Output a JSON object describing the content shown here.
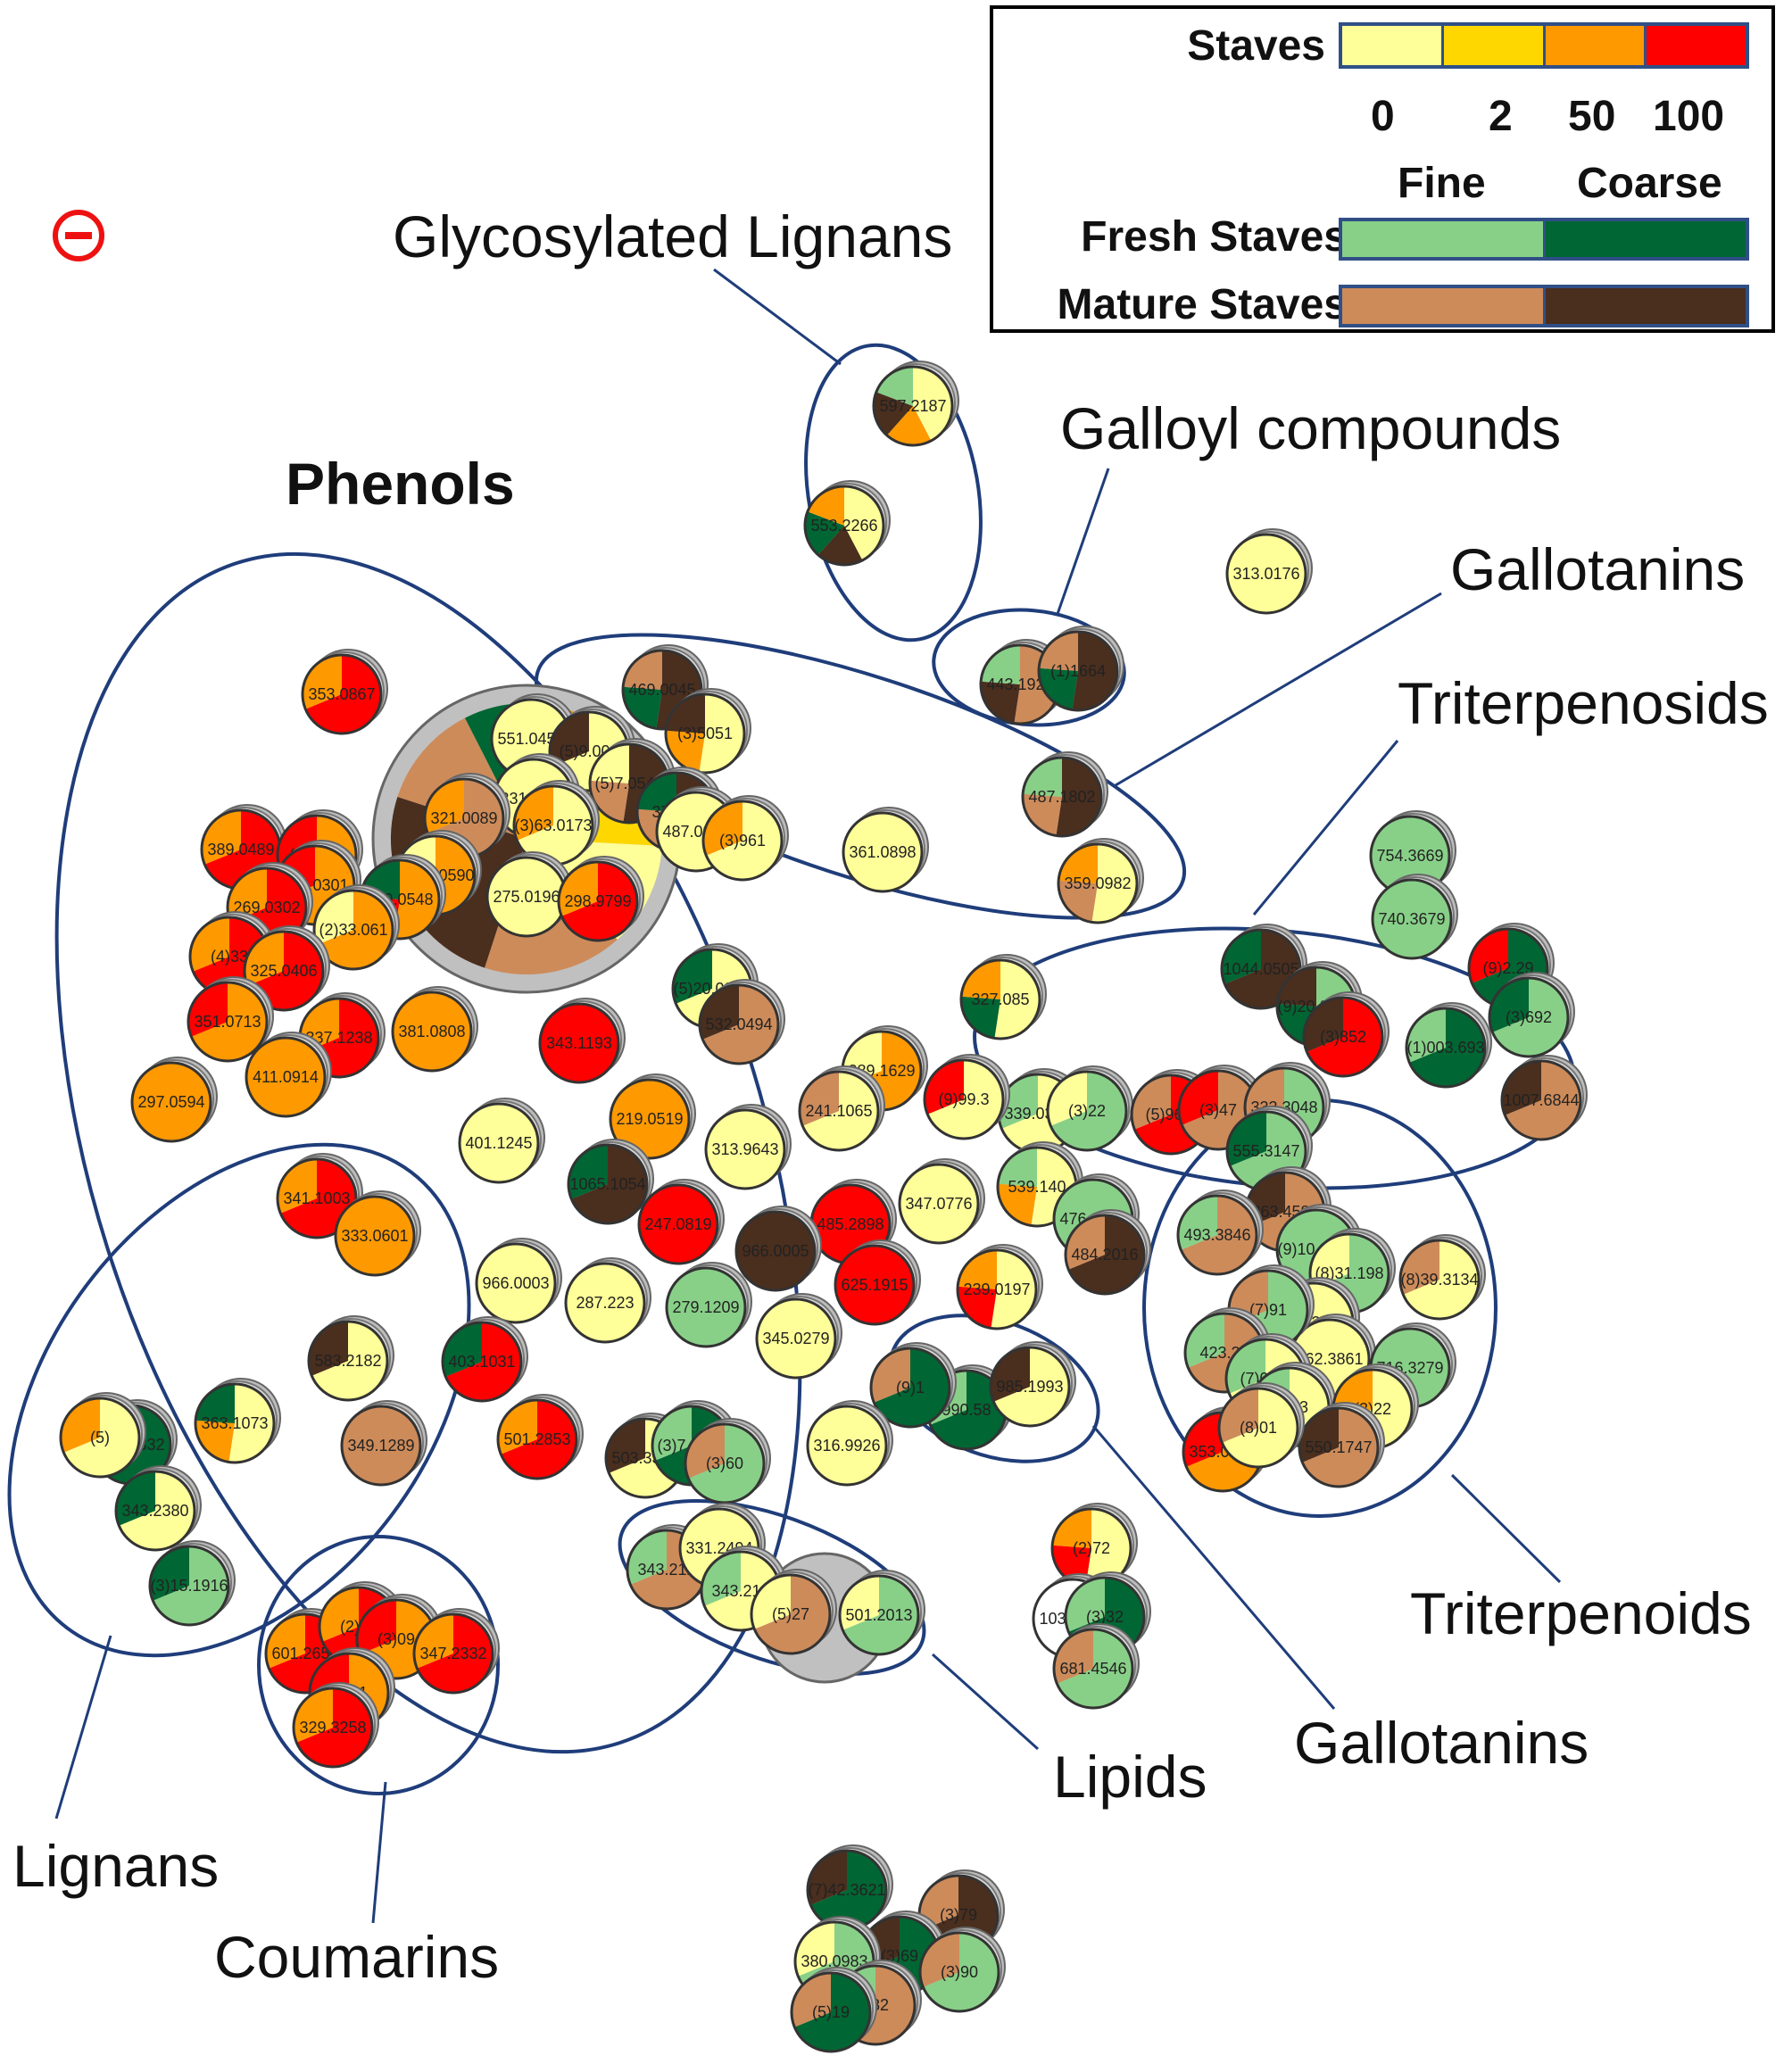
{
  "legend": {
    "staves_title": "Staves",
    "staves_colors": [
      "#ffff99",
      "#ffd700",
      "#ff9900",
      "#ff0000"
    ],
    "staves_ticks": [
      "0",
      "2",
      "50",
      "100"
    ],
    "grain_labels": [
      "Fine",
      "Coarse"
    ],
    "fresh_title": "Fresh Staves",
    "fresh_colors": [
      "#88d088",
      "#006633"
    ],
    "mature_title": "Mature Staves",
    "mature_colors": [
      "#cd8b5a",
      "#4a2e1e"
    ]
  },
  "minus_icon_color": "#ee1111",
  "categories": [
    {
      "key": "glycosylated_lignans",
      "label": "Glycosylated Lignans"
    },
    {
      "key": "galloyl_compounds",
      "label": "Galloyl compounds"
    },
    {
      "key": "phenols",
      "label": "Phenols"
    },
    {
      "key": "gallotanins_top",
      "label": "Gallotanins"
    },
    {
      "key": "triterpenosids",
      "label": "Triterpenosids"
    },
    {
      "key": "triterpenoids",
      "label": "Triterpenoids"
    },
    {
      "key": "gallotanins_bottom",
      "label": "Gallotanins"
    },
    {
      "key": "lipids",
      "label": "Lipids"
    },
    {
      "key": "lignans",
      "label": "Lignans"
    },
    {
      "key": "coumarins",
      "label": "Coumarins"
    }
  ],
  "nodes": [
    {
      "label": "597.2187",
      "colors": [
        "y",
        "o",
        "b",
        "l"
      ]
    },
    {
      "label": "553.2266",
      "colors": [
        "y",
        "b",
        "g",
        "o"
      ]
    },
    {
      "label": "443.1926",
      "colors": [
        "t",
        "b",
        "l"
      ]
    },
    {
      "label": "(1)1664",
      "colors": [
        "b",
        "g",
        "t"
      ]
    },
    {
      "label": "487.1802",
      "colors": [
        "b",
        "t",
        "l"
      ]
    },
    {
      "label": "359.0982",
      "colors": [
        "y",
        "t",
        "o"
      ]
    },
    {
      "label": "361.0898",
      "colors": [
        "y"
      ]
    },
    {
      "label": "313.0176",
      "colors": [
        "y"
      ]
    },
    {
      "label": "754.3669",
      "colors": [
        "l"
      ]
    },
    {
      "label": "740.3679",
      "colors": [
        "l"
      ]
    },
    {
      "label": "353.0867",
      "colors": [
        "r",
        "o"
      ]
    },
    {
      "label": "551.0459",
      "colors": [
        "y"
      ]
    },
    {
      "label": "(5)9.004",
      "colors": [
        "y",
        "b"
      ]
    },
    {
      "label": "469.0045",
      "colors": [
        "b",
        "g",
        "t"
      ]
    },
    {
      "label": "(3)5051",
      "colors": [
        "y",
        "o",
        "b"
      ]
    },
    {
      "label": "(5)7.0543",
      "colors": [
        "b",
        "t",
        "y"
      ]
    },
    {
      "label": "331.0073",
      "colors": [
        "y"
      ]
    },
    {
      "label": "321.0089",
      "colors": [
        "t",
        "o"
      ]
    },
    {
      "label": "(1)64.0590",
      "colors": [
        "o",
        "y"
      ]
    },
    {
      "label": "(3)63.0173",
      "colors": [
        "y",
        "o"
      ]
    },
    {
      "label": "377.04",
      "colors": [
        "b",
        "t",
        "g"
      ]
    },
    {
      "label": "487.0961",
      "colors": [
        "y"
      ]
    },
    {
      "label": "(3)961",
      "colors": [
        "y",
        "o"
      ]
    },
    {
      "label": "389.0489",
      "colors": [
        "r",
        "o"
      ]
    },
    {
      "label": "(3)0305",
      "colors": [
        "o",
        "r"
      ]
    },
    {
      "label": "293.0301",
      "colors": [
        "o",
        "r"
      ]
    },
    {
      "label": "269.0302",
      "colors": [
        "r",
        "o"
      ]
    },
    {
      "label": "349.0548",
      "colors": [
        "o",
        "r",
        "g"
      ]
    },
    {
      "label": "275.0196",
      "colors": [
        "y"
      ]
    },
    {
      "label": "298.9799",
      "colors": [
        "r",
        "o"
      ]
    },
    {
      "label": "(2)33.061",
      "colors": [
        "o",
        "y"
      ]
    },
    {
      "label": "(4)33",
      "colors": [
        "r",
        "o"
      ]
    },
    {
      "label": "325.0406",
      "colors": [
        "r",
        "o"
      ]
    },
    {
      "label": "351.0713",
      "colors": [
        "o",
        "r"
      ]
    },
    {
      "label": "337.1238",
      "colors": [
        "r",
        "o"
      ]
    },
    {
      "label": "411.0914",
      "colors": [
        "o"
      ]
    },
    {
      "label": "381.0808",
      "colors": [
        "o"
      ]
    },
    {
      "label": "343.1193",
      "colors": [
        "r"
      ]
    },
    {
      "label": "(5)20.0383",
      "colors": [
        "y",
        "g"
      ]
    },
    {
      "label": "532.0494",
      "colors": [
        "t",
        "b"
      ]
    },
    {
      "label": "297.0594",
      "colors": [
        "o"
      ]
    },
    {
      "label": "289.1629",
      "colors": [
        "o",
        "y"
      ]
    },
    {
      "label": "241.1065",
      "colors": [
        "y",
        "t"
      ]
    },
    {
      "label": "339.0359",
      "colors": [
        "y",
        "l"
      ]
    },
    {
      "label": "327.085",
      "colors": [
        "y",
        "g",
        "o"
      ]
    },
    {
      "label": "(9)99.3",
      "colors": [
        "y",
        "r"
      ]
    },
    {
      "label": "(3)22",
      "colors": [
        "l",
        "y"
      ]
    },
    {
      "label": "1044.0505",
      "colors": [
        "b",
        "g"
      ]
    },
    {
      "label": "(9)20.0581",
      "colors": [
        "l",
        "g",
        "b"
      ]
    },
    {
      "label": "(3)852",
      "colors": [
        "r",
        "b"
      ]
    },
    {
      "label": "(1)003.693",
      "colors": [
        "g",
        "l"
      ]
    },
    {
      "label": "(9)2.29",
      "colors": [
        "g",
        "r"
      ]
    },
    {
      "label": "1007.6844",
      "colors": [
        "t",
        "b"
      ]
    },
    {
      "label": "(3)692",
      "colors": [
        "l",
        "g"
      ]
    },
    {
      "label": "(5)96.2",
      "colors": [
        "r",
        "t"
      ]
    },
    {
      "label": "(3)47",
      "colors": [
        "t",
        "r"
      ]
    },
    {
      "label": "333.3048",
      "colors": [
        "l",
        "t"
      ]
    },
    {
      "label": "555.3147",
      "colors": [
        "l",
        "g"
      ]
    },
    {
      "label": "363.4586",
      "colors": [
        "t",
        "b"
      ]
    },
    {
      "label": "401.1245",
      "colors": [
        "y"
      ]
    },
    {
      "label": "219.0519",
      "colors": [
        "o"
      ]
    },
    {
      "label": "313.9643",
      "colors": [
        "y"
      ]
    },
    {
      "label": "341.1003",
      "colors": [
        "r",
        "o"
      ]
    },
    {
      "label": "333.0601",
      "colors": [
        "o"
      ]
    },
    {
      "label": "1065.1054",
      "colors": [
        "b",
        "g"
      ]
    },
    {
      "label": "247.0819",
      "colors": [
        "r"
      ]
    },
    {
      "label": "485.2898",
      "colors": [
        "r"
      ]
    },
    {
      "label": "347.0776",
      "colors": [
        "y"
      ]
    },
    {
      "label": "539.140",
      "colors": [
        "y",
        "o",
        "l"
      ]
    },
    {
      "label": "476.2042",
      "colors": [
        "l"
      ]
    },
    {
      "label": "484.2016",
      "colors": [
        "b",
        "t"
      ]
    },
    {
      "label": "966.0005",
      "colors": [
        "b"
      ]
    },
    {
      "label": "625.1915",
      "colors": [
        "r"
      ]
    },
    {
      "label": "966.0003",
      "colors": [
        "y"
      ]
    },
    {
      "label": "287.223",
      "colors": [
        "y"
      ]
    },
    {
      "label": "279.1209",
      "colors": [
        "l"
      ]
    },
    {
      "label": "239.0197",
      "colors": [
        "y",
        "r",
        "o"
      ]
    },
    {
      "label": "583.2182",
      "colors": [
        "y",
        "b"
      ]
    },
    {
      "label": "403.1031",
      "colors": [
        "r",
        "g"
      ]
    },
    {
      "label": "345.0279",
      "colors": [
        "y"
      ]
    },
    {
      "label": "493.3846",
      "colors": [
        "t",
        "l"
      ]
    },
    {
      "label": "(9)10.3701",
      "colors": [
        "l"
      ]
    },
    {
      "label": "(8)31.198",
      "colors": [
        "l",
        "y"
      ]
    },
    {
      "label": "(8)39.3134",
      "colors": [
        "y",
        "t"
      ]
    },
    {
      "label": "702.3483",
      "colors": [
        "y"
      ]
    },
    {
      "label": "862.3861",
      "colors": [
        "y"
      ]
    },
    {
      "label": "716.3279",
      "colors": [
        "l"
      ]
    },
    {
      "label": "(7)91",
      "colors": [
        "l",
        "t"
      ]
    },
    {
      "label": "423.20",
      "colors": [
        "t",
        "l"
      ]
    },
    {
      "label": "(7)00.3",
      "colors": [
        "y",
        "l"
      ]
    },
    {
      "label": "(9)13",
      "colors": [
        "y",
        "l"
      ]
    },
    {
      "label": "(3)22",
      "colors": [
        "y",
        "o"
      ]
    },
    {
      "label": "550.1747",
      "colors": [
        "t",
        "b"
      ]
    },
    {
      "label": "353.0503",
      "colors": [
        "o",
        "r"
      ]
    },
    {
      "label": "(8)01",
      "colors": [
        "y",
        "t"
      ]
    },
    {
      "label": "990.58",
      "colors": [
        "g",
        "l"
      ]
    },
    {
      "label": "985.1993",
      "colors": [
        "y",
        "b"
      ]
    },
    {
      "label": "(9)1",
      "colors": [
        "g",
        "t"
      ]
    },
    {
      "label": "363.1073",
      "colors": [
        "y",
        "o",
        "g"
      ]
    },
    {
      "label": "985.2332",
      "colors": [
        "g",
        "b"
      ]
    },
    {
      "label": "343.2380",
      "colors": [
        "y",
        "g"
      ]
    },
    {
      "label": "(3)15.1916",
      "colors": [
        "l",
        "g"
      ]
    },
    {
      "label": "(5)",
      "colors": [
        "y",
        "o"
      ]
    },
    {
      "label": "349.1289",
      "colors": [
        "t"
      ]
    },
    {
      "label": "501.2853",
      "colors": [
        "r",
        "o"
      ]
    },
    {
      "label": "503.3377",
      "colors": [
        "y",
        "b"
      ]
    },
    {
      "label": "(3)7.3176",
      "colors": [
        "g",
        "l"
      ]
    },
    {
      "label": "(3)60",
      "colors": [
        "l",
        "t"
      ]
    },
    {
      "label": "316.9926",
      "colors": [
        "y"
      ]
    },
    {
      "label": "601.2653",
      "colors": [
        "r",
        "o"
      ]
    },
    {
      "label": "(2)84",
      "colors": [
        "r",
        "o"
      ]
    },
    {
      "label": "(3)09",
      "colors": [
        "o",
        "r"
      ]
    },
    {
      "label": "347.2332",
      "colors": [
        "r",
        "o"
      ]
    },
    {
      "label": "(3)21",
      "colors": [
        "o",
        "r"
      ]
    },
    {
      "label": "329.3258",
      "colors": [
        "r",
        "o"
      ]
    },
    {
      "label": "343.212",
      "colors": [
        "t",
        "l"
      ]
    },
    {
      "label": "331.2494",
      "colors": [
        "y"
      ]
    },
    {
      "label": "343.212",
      "colors": [
        "y",
        "l"
      ]
    },
    {
      "label": "(5)27",
      "colors": [
        "t",
        "y"
      ]
    },
    {
      "label": "501.2013",
      "colors": [
        "l",
        "y"
      ]
    },
    {
      "label": "(2)72",
      "colors": [
        "y",
        "r",
        "o"
      ]
    },
    {
      "label": "1033.988",
      "colors": [
        "w"
      ]
    },
    {
      "label": "(3)32",
      "colors": [
        "g",
        "l"
      ]
    },
    {
      "label": "681.4546",
      "colors": [
        "l",
        "t"
      ]
    },
    {
      "label": "(7)42.3621",
      "colors": [
        "g",
        "b"
      ]
    },
    {
      "label": "(3)79",
      "colors": [
        "b",
        "t"
      ]
    },
    {
      "label": "(3)69",
      "colors": [
        "g",
        "b"
      ]
    },
    {
      "label": "(3)90",
      "colors": [
        "l",
        "t"
      ]
    },
    {
      "label": "380.0983",
      "colors": [
        "l",
        "y"
      ]
    },
    {
      "label": "982",
      "colors": [
        "t",
        "l"
      ]
    },
    {
      "label": "(5)19",
      "colors": [
        "g",
        "t"
      ]
    }
  ]
}
